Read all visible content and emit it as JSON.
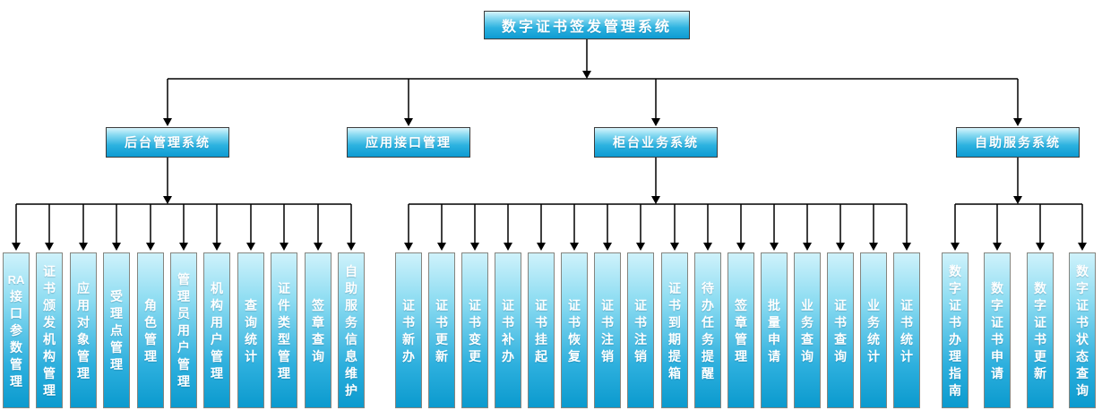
{
  "root": {
    "label": "数字证书签发管理系统"
  },
  "branches": [
    {
      "label": "后台管理系统",
      "children": [
        "RA接口参数管理",
        "证书颁发机构管理",
        "应用对象管理",
        "受理点管理",
        "角色管理",
        "管理员用户管理",
        "机构用户管理",
        "查询统计",
        "证件类型管理",
        "签章查询",
        "自助服务信息维护"
      ]
    },
    {
      "label": "应用接口管理",
      "children": []
    },
    {
      "label": "柜台业务系统",
      "children": [
        "证书新办",
        "证书更新",
        "证书变更",
        "证书补办",
        "证书挂起",
        "证书恢复",
        "证书注销",
        "证书注销",
        "证书到期提箱",
        "待办任务提醒",
        "签章管理",
        "批量申请",
        "业务查询",
        "证书查询",
        "业务统计",
        "证书统计"
      ]
    },
    {
      "label": "自助服务系统",
      "children": [
        "数字证书办理指南",
        "数字证书申请",
        "数字证书更新",
        "数字证书状态查询"
      ]
    }
  ],
  "colors": {
    "node_gradient_top": "#d8f4fc",
    "node_gradient_bottom": "#0e9bd2",
    "leaf_gradient_top": "#cff2fb",
    "leaf_gradient_bottom": "#0b9ace",
    "connector": "#000000",
    "node_text": "#ffffff"
  }
}
